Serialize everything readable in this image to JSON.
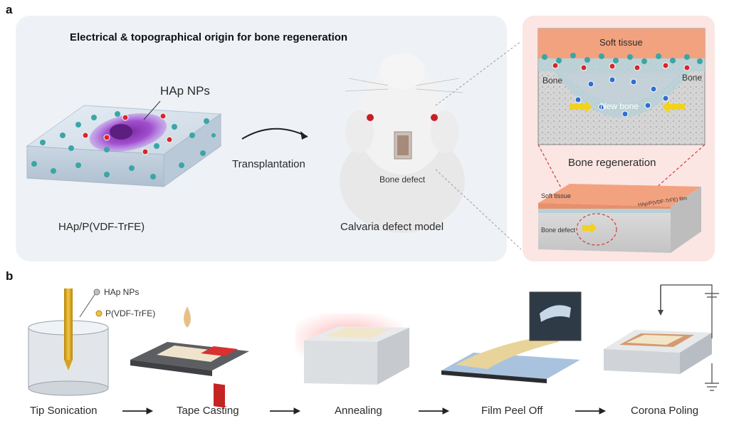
{
  "panel_a": {
    "letter": "a",
    "title": "Electrical & topographical origin for bone regeneration",
    "nps_label": "HAp NPs",
    "film_caption": "HAp/P(VDF-TrFE)",
    "arrow_label": "Transplantation",
    "model_defect_label": "Bone defect",
    "model_caption": "Calvaria defect model",
    "zoom": {
      "soft_tissue": "Soft tissue",
      "bone_left": "Bone",
      "bone_right": "Bone",
      "new_bone": "New bone",
      "caption": "Bone regeneration",
      "mini_soft_tissue": "Soft tissue",
      "mini_bone_defect": "Bone defect",
      "mini_film": "HAp/P(VDF-TrFE) film"
    }
  },
  "panel_b": {
    "letter": "b",
    "legend_nps": "HAp NPs",
    "legend_polymer": "P(VDF-TrFE)",
    "steps": [
      "Tip Sonication",
      "Tape Casting",
      "Annealing",
      "Film Peel Off",
      "Corona Poling"
    ]
  },
  "colors": {
    "panel_bg": "#eef2f6",
    "zoom_bg": "#fbe6e3",
    "soft_tissue": "#f3a27f",
    "nanoparticle": "#3aa6a6",
    "charge_positive": "#d9262b",
    "charge_negative": "#2f6fd1",
    "dashed_connector": "#d23a3a",
    "arrow_yellow": "#f2d21b"
  },
  "icons": [
    "curved-arrow-icon",
    "right-arrow-icon",
    "droplet-icon",
    "ground-icon",
    "needle-electrode-icon"
  ]
}
